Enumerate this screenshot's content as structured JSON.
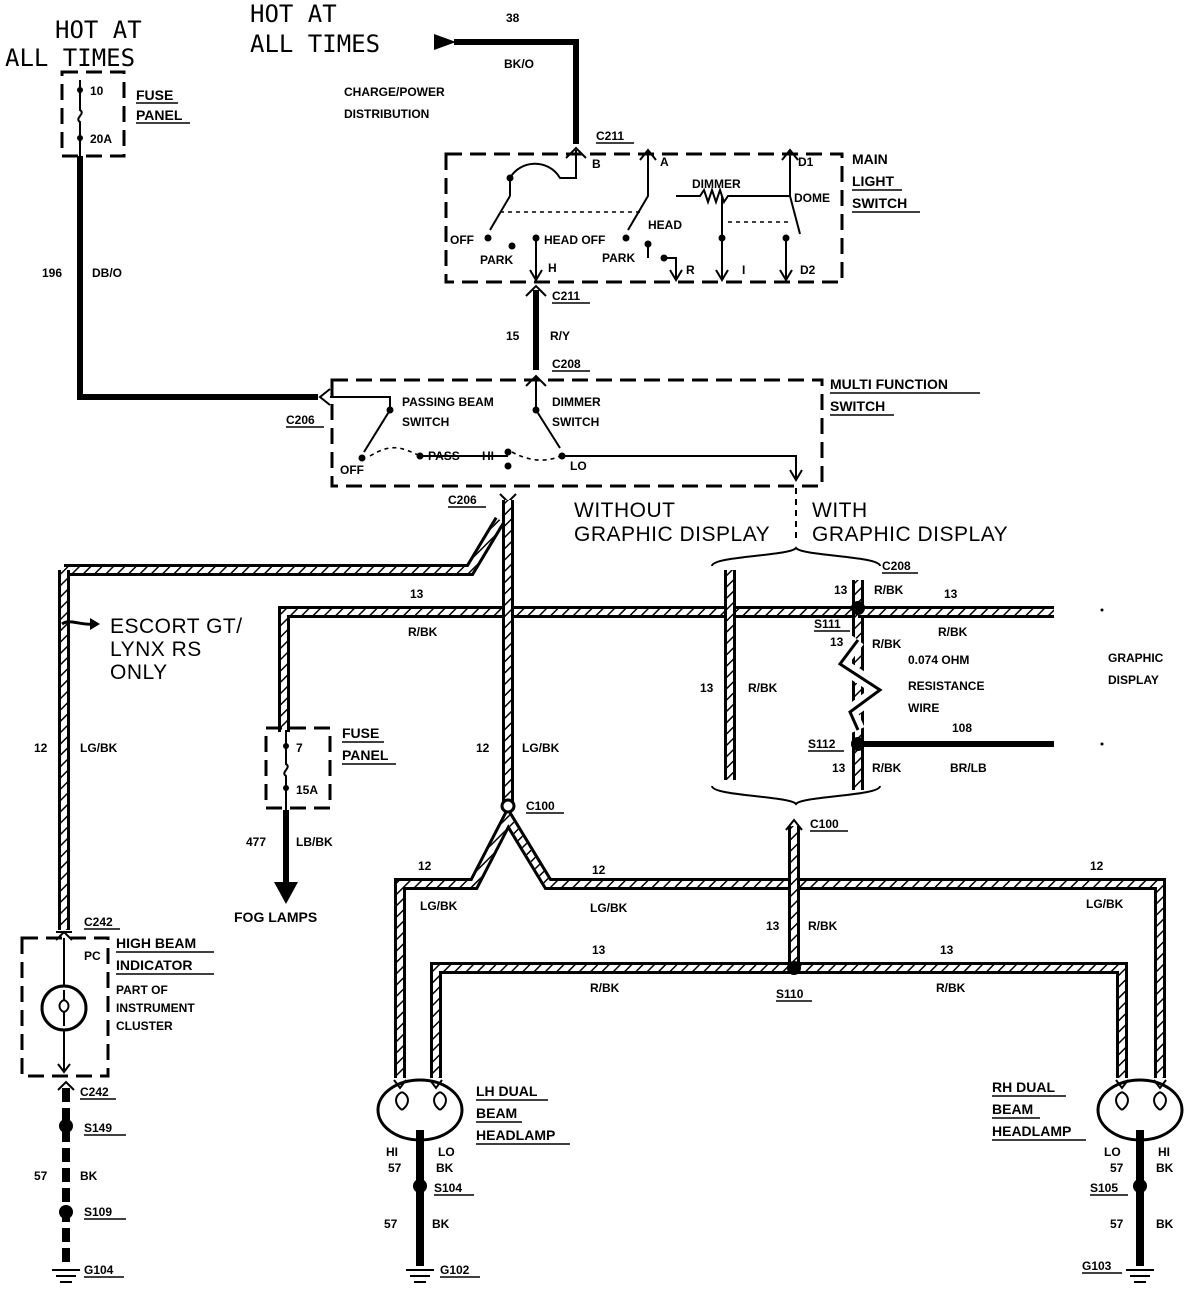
{
  "top": {
    "hot_left": "HOT AT",
    "hot_left2": "ALL TIMES",
    "hot_center": "HOT AT",
    "hot_center2": "ALL TIMES",
    "circuit_38": "38",
    "color_bko": "BK/O",
    "charge_power": "CHARGE/POWER",
    "distribution": "DISTRIBUTION"
  },
  "fuse_top": {
    "num": "10",
    "amp": "20A",
    "label1": "FUSE",
    "label2": "PANEL"
  },
  "feed": {
    "circuit": "196",
    "color": "DB/O"
  },
  "main_switch": {
    "connector_top": "C211",
    "title1": "MAIN",
    "title2": "LIGHT",
    "title3": "SWITCH",
    "pin_b": "B",
    "pin_a": "A",
    "pin_d1": "D1",
    "pin_d2": "D2",
    "pin_h": "H",
    "pin_r": "R",
    "pin_i": "I",
    "dimmer": "DIMMER",
    "dome": "DOME",
    "head": "HEAD",
    "off1": "OFF",
    "head_off": "HEAD OFF",
    "park1": "PARK",
    "park2": "PARK",
    "connector_bottom": "C211"
  },
  "link15": {
    "circuit": "15",
    "color": "R/Y",
    "connector": "C208"
  },
  "multi_switch": {
    "title1": "MULTI FUNCTION",
    "title2": "SWITCH",
    "left_conn": "C206",
    "passing1": "PASSING BEAM",
    "passing2": "SWITCH",
    "dimmer1": "DIMMER",
    "dimmer2": "SWITCH",
    "off": "OFF",
    "pass": "PASS",
    "hi": "HI",
    "lo": "LO",
    "bottom_conn": "C206"
  },
  "options": {
    "without1": "WITHOUT",
    "without2": "GRAPHIC DISPLAY",
    "with1": "WITH",
    "with2": "GRAPHIC DISPLAY"
  },
  "escort": {
    "line1": "ESCORT GT/",
    "line2": "LYNX RS",
    "line3": "ONLY"
  },
  "wires": {
    "c12_left": "12",
    "lgbk_left": "LG/BK",
    "c13_top": "13",
    "rbk_top": "R/BK",
    "c12_mid": "12",
    "lgbk_mid": "LG/BK",
    "c13_bypass": "13",
    "rbk_bypass": "R/BK",
    "c477": "477",
    "lbbk": "LB/BK",
    "fog": "FOG LAMPS"
  },
  "fuse_low": {
    "num": "7",
    "amp": "15A",
    "label1": "FUSE",
    "label2": "PANEL"
  },
  "graphic": {
    "c208": "C208",
    "c13a": "13",
    "rbk_a": "R/BK",
    "c13b": "13",
    "rbk_b": "R/BK",
    "s111": "S111",
    "c13c": "13",
    "rbk_c": "R/BK",
    "ohm1": "0.074 OHM",
    "ohm2": "RESISTANCE",
    "ohm3": "WIRE",
    "c108": "108",
    "s112": "S112",
    "c13d": "13",
    "rbk_d": "R/BK",
    "brlb": "BR/LB",
    "disp1": "GRAPHIC",
    "disp2": "DISPLAY"
  },
  "lower": {
    "c100_left": "C100",
    "c100_right": "C100",
    "c12a": "12",
    "lgbk_a": "LG/BK",
    "c12b": "12",
    "lgbk_b": "LG/BK",
    "c12c": "12",
    "lgbk_c": "LG/BK",
    "c13e": "13",
    "rbk_e": "R/BK",
    "c13f": "13",
    "rbk_f": "R/BK",
    "c13g": "13",
    "rbk_g": "R/BK",
    "s110": "S110"
  },
  "indicator": {
    "c242_top": "C242",
    "pc": "PC",
    "title1": "HIGH BEAM",
    "title2": "INDICATOR",
    "note1": "PART OF",
    "note2": "INSTRUMENT",
    "note3": "CLUSTER",
    "c242_bot": "C242",
    "s149": "S149",
    "c57": "57",
    "bk": "BK",
    "s109": "S109",
    "g104": "G104"
  },
  "lh": {
    "title1": "LH DUAL",
    "title2": "BEAM",
    "title3": "HEADLAMP",
    "hi": "HI",
    "lo": "LO",
    "c57a": "57",
    "bk_a": "BK",
    "s104": "S104",
    "c57b": "57",
    "bk_b": "BK",
    "g102": "G102"
  },
  "rh": {
    "title1": "RH DUAL",
    "title2": "BEAM",
    "title3": "HEADLAMP",
    "lo": "LO",
    "hi": "HI",
    "c57a": "57",
    "bk_a": "BK",
    "s105": "S105",
    "c57b": "57",
    "bk_b": "BK",
    "g103": "G103"
  }
}
